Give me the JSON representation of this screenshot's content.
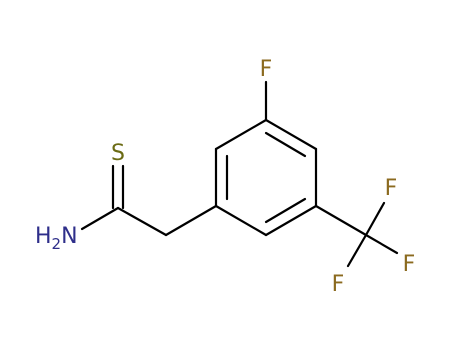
{
  "molecule": {
    "atoms": {
      "fluorine_top": {
        "symbol": "F",
        "color": "#8b6a1f"
      },
      "sulfur": {
        "symbol": "S",
        "color": "#6b6b14"
      },
      "amine": {
        "symbol": "H",
        "subscript": "2",
        "suffix": "N",
        "color": "#2e2e8a"
      },
      "fluorine_cf3_right": {
        "symbol": "F",
        "color": "#8b6a1f"
      },
      "fluorine_cf3_upper": {
        "symbol": "F",
        "color": "#8b6a1f"
      },
      "fluorine_cf3_lower": {
        "symbol": "F",
        "color": "#8b6a1f"
      }
    },
    "bond_color": "#000000"
  }
}
